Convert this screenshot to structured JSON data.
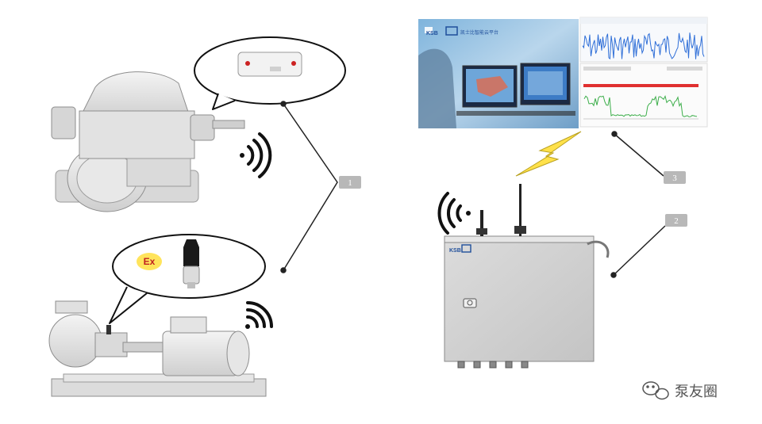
{
  "callouts": [
    {
      "label": "1",
      "color": "#b8b8b8"
    },
    {
      "label": "2",
      "color": "#b8b8b8"
    },
    {
      "label": "3",
      "color": "#b8b8b8"
    }
  ],
  "sensor_bubble": {
    "ex_label": "Ex",
    "ex_color": "#ffe45c"
  },
  "gateway": {
    "brand": "KSB"
  },
  "platform": {
    "brand": "KSB",
    "title": "凯士比智能云平台"
  },
  "watermark": {
    "text": "泵友圈"
  },
  "colors": {
    "accent": "#1f4e9a",
    "lightning": "#ffe14a",
    "line": "#222222",
    "chart_blue": "#2f6fd8",
    "chart_green": "#3cae4a",
    "chart_red": "#e03030"
  },
  "icons": [
    "wifi-signal-icon",
    "lightning-icon",
    "wechat-icon",
    "camera-icon",
    "antenna-icon"
  ]
}
